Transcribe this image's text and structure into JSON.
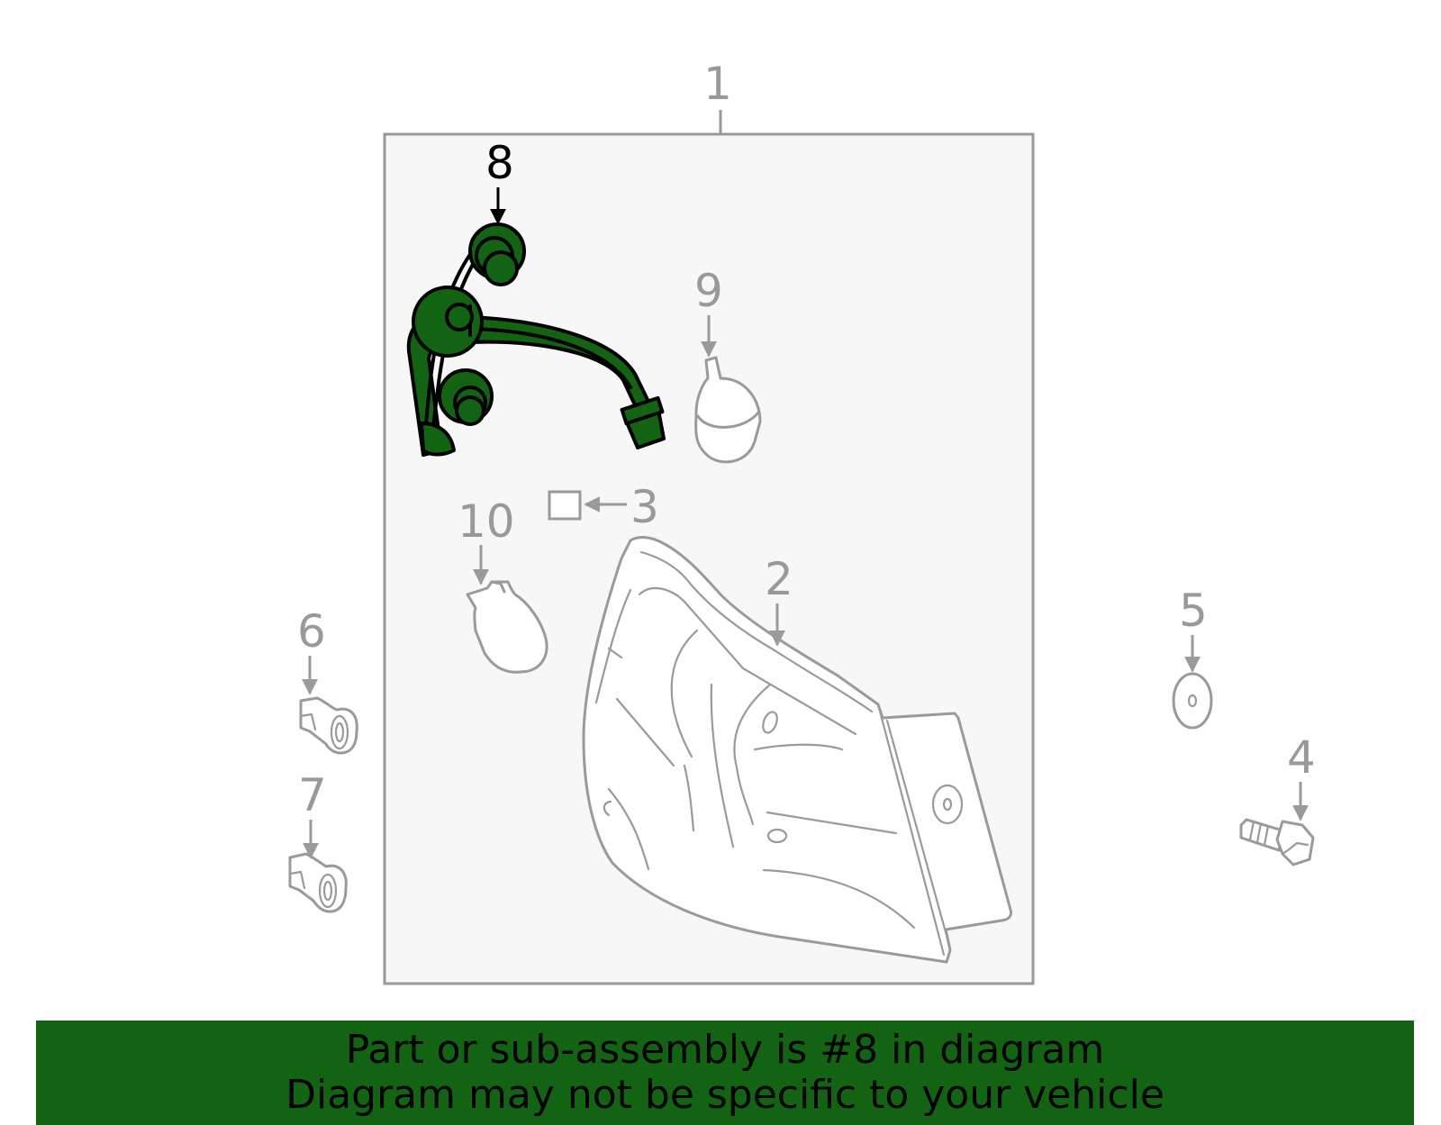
{
  "callouts": {
    "c1": "1",
    "c2": "2",
    "c3": "3",
    "c4": "4",
    "c5": "5",
    "c6": "6",
    "c7": "7",
    "c8": "8",
    "c9": "9",
    "c10": "10"
  },
  "highlighted_part": "8",
  "colors": {
    "highlight": "#126412",
    "line": "#9a9a9a",
    "panel": "#f7f7f7"
  },
  "banner": {
    "line1": "Part or sub-assembly is #8 in diagram",
    "line2": "Diagram may not be specific to your vehicle"
  }
}
